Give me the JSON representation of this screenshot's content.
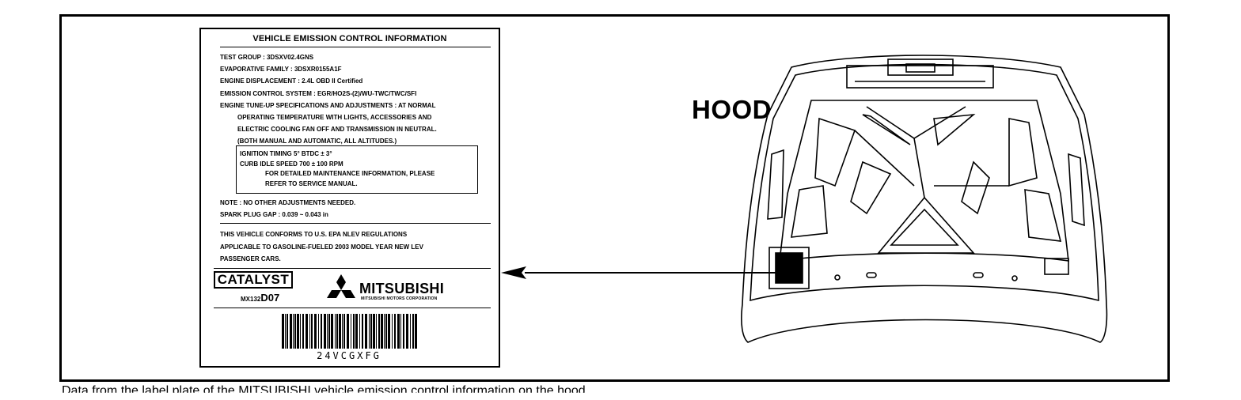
{
  "label": {
    "title": "VEHICLE EMISSION CONTROL INFORMATION",
    "lines": [
      {
        "text": "TEST GROUP  :  3DSXV02.4GNS",
        "indent": false
      },
      {
        "text": "EVAPORATIVE FAMILY  :  3DSXR0155A1F",
        "indent": false
      },
      {
        "text": "ENGINE DISPLACEMENT  :  2.4L   OBD II Certified",
        "indent": false
      },
      {
        "text": "EMISSION CONTROL SYSTEM  :  EGR/HO2S-(2)/WU-TWC/TWC/SFI",
        "indent": false
      },
      {
        "text": "ENGINE TUNE-UP SPECIFICATIONS AND ADJUSTMENTS  :  AT NORMAL",
        "indent": false
      },
      {
        "text": "OPERATING TEMPERATURE WITH LIGHTS, ACCESSORIES AND",
        "indent": true
      },
      {
        "text": "ELECTRIC COOLING FAN OFF AND TRANSMISSION IN NEUTRAL.",
        "indent": true
      },
      {
        "text": "(BOTH MANUAL AND AUTOMATIC, ALL ALTITUDES.)",
        "indent": true
      }
    ],
    "spec_lines": [
      {
        "text": "IGNITION TIMING  5° BTDC ± 3°",
        "indent": false
      },
      {
        "text": "CURB IDLE SPEED  700 ± 100 RPM",
        "indent": false
      },
      {
        "text": "FOR DETAILED MAINTENANCE INFORMATION, PLEASE",
        "indent": true
      },
      {
        "text": "REFER TO SERVICE MANUAL.",
        "indent": true
      }
    ],
    "note_lines": [
      "NOTE  :  NO OTHER ADJUSTMENTS NEEDED.",
      "SPARK PLUG GAP  :  0.039 ~ 0.043 in"
    ],
    "epa_lines": [
      "THIS VEHICLE CONFORMS TO U.S. EPA NLEV REGULATIONS",
      "APPLICABLE TO GASOLINE-FUELED 2003 MODEL YEAR NEW LEV",
      "PASSENGER CARS."
    ],
    "catalyst": "CATALYST",
    "part_number_prefix": "MX132",
    "part_number_suffix": "D07",
    "brand": "MITSUBISHI",
    "brand_sub": "MITSUBISHI MOTORS CORPORATION",
    "barcode_text": "24VCGXFG"
  },
  "hood_label": "HOOD",
  "bottom_text": "Data from the label plate of the MITSUBISHI vehicle emission control information on the hood"
}
